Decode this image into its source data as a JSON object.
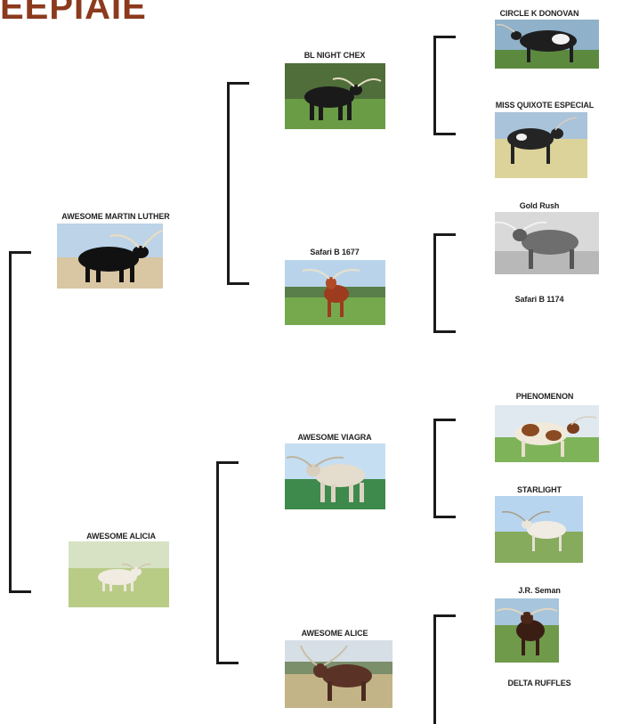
{
  "header": {
    "title_fragment": "EEPIAIE"
  },
  "pedigree": {
    "sire": {
      "name": "AWESOME MARTIN LUTHER"
    },
    "dam": {
      "name": "AWESOME ALICIA"
    },
    "sire_sire": {
      "name": "BL NIGHT CHEX"
    },
    "sire_dam": {
      "name": "Safari B 1677"
    },
    "dam_sire": {
      "name": "AWESOME VIAGRA"
    },
    "dam_dam": {
      "name": "AWESOME ALICE"
    },
    "ss_sire": {
      "name": "CIRCLE K DONOVAN"
    },
    "ss_dam": {
      "name": "MISS QUIXOTE ESPECIAL"
    },
    "sd_sire": {
      "name": "Gold Rush"
    },
    "sd_dam": {
      "name": "Safari B 1174"
    },
    "ds_sire": {
      "name": "PHENOMENON"
    },
    "ds_dam": {
      "name": "STARLIGHT"
    },
    "dd_sire": {
      "name": "J.R. Seman"
    },
    "dd_dam": {
      "name": "DELTA RUFFLES"
    }
  },
  "colors": {
    "title": "#8b3a1e",
    "bracket": "#1a1a1a"
  }
}
